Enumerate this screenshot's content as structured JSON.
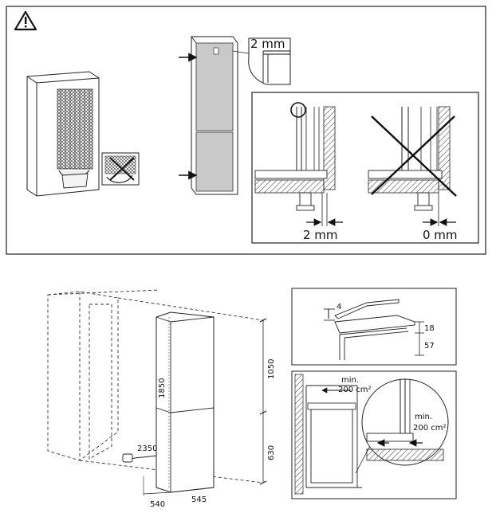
{
  "warning_icon": "warning-triangle-icon",
  "top_panel": {
    "gap_callout": "2 mm",
    "detail_correct_label": "2 mm",
    "detail_wrong_label": "0 mm"
  },
  "bottom_panel": {
    "dims": {
      "height_total": "1850",
      "height_upper": "1050",
      "height_lower": "630",
      "cable": "2350",
      "width_front": "540",
      "depth": "545"
    },
    "top_detail": {
      "gap": "4",
      "d1": "18",
      "d2": "57"
    },
    "ventilation": {
      "top_label_1": "min.",
      "top_label_2": "200 cm²",
      "bottom_label_1": "min.",
      "bottom_label_2": "200 cm²"
    }
  }
}
